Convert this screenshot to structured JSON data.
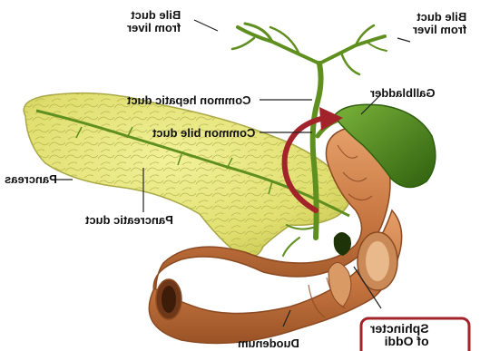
{
  "labels": {
    "bile_duct_left": "Bile duct\nfrom liver",
    "bile_duct_right": "Bile duct\nfrom liver",
    "common_hepatic_duct": "Common hepatic duct",
    "gallbladder": "Gallbladder",
    "common_bile_duct": "Common bile duct",
    "pancreas": "Pancreas",
    "pancreatic_duct": "Pancreatic duct",
    "sphincter_of_oddi": "Sphincter\nof Oddi",
    "duodenum": "Duodenum"
  },
  "colors": {
    "pancreas": "#e3e27a",
    "pancreas_outline": "#a9a846",
    "duct_green": "#5f8f1f",
    "gallbladder": "#4f8a1a",
    "duodenum": "#c87a43",
    "duodenum_dark": "#8b4a22",
    "arrow_red": "#a3232b",
    "highlight_box": "#a3232b"
  }
}
